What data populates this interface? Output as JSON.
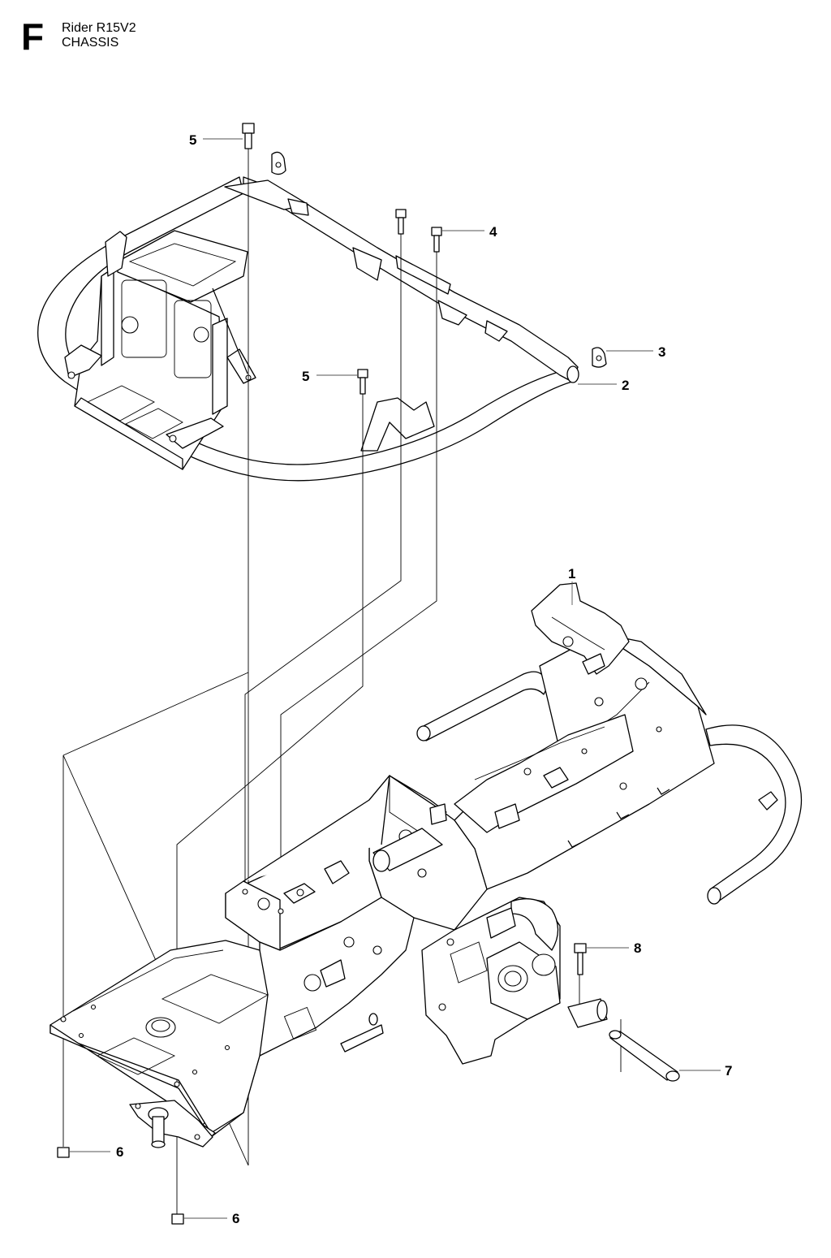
{
  "header": {
    "section_letter": "F",
    "model": "Rider R15V2",
    "section_title": "CHASSIS"
  },
  "callouts": [
    {
      "id": "c1",
      "label": "1"
    },
    {
      "id": "c2",
      "label": "2"
    },
    {
      "id": "c3",
      "label": "3"
    },
    {
      "id": "c4",
      "label": "4"
    },
    {
      "id": "c5a",
      "label": "5"
    },
    {
      "id": "c5b",
      "label": "5"
    },
    {
      "id": "c6a",
      "label": "6"
    },
    {
      "id": "c6b",
      "label": "6"
    },
    {
      "id": "c7",
      "label": "7"
    },
    {
      "id": "c8",
      "label": "8"
    }
  ]
}
